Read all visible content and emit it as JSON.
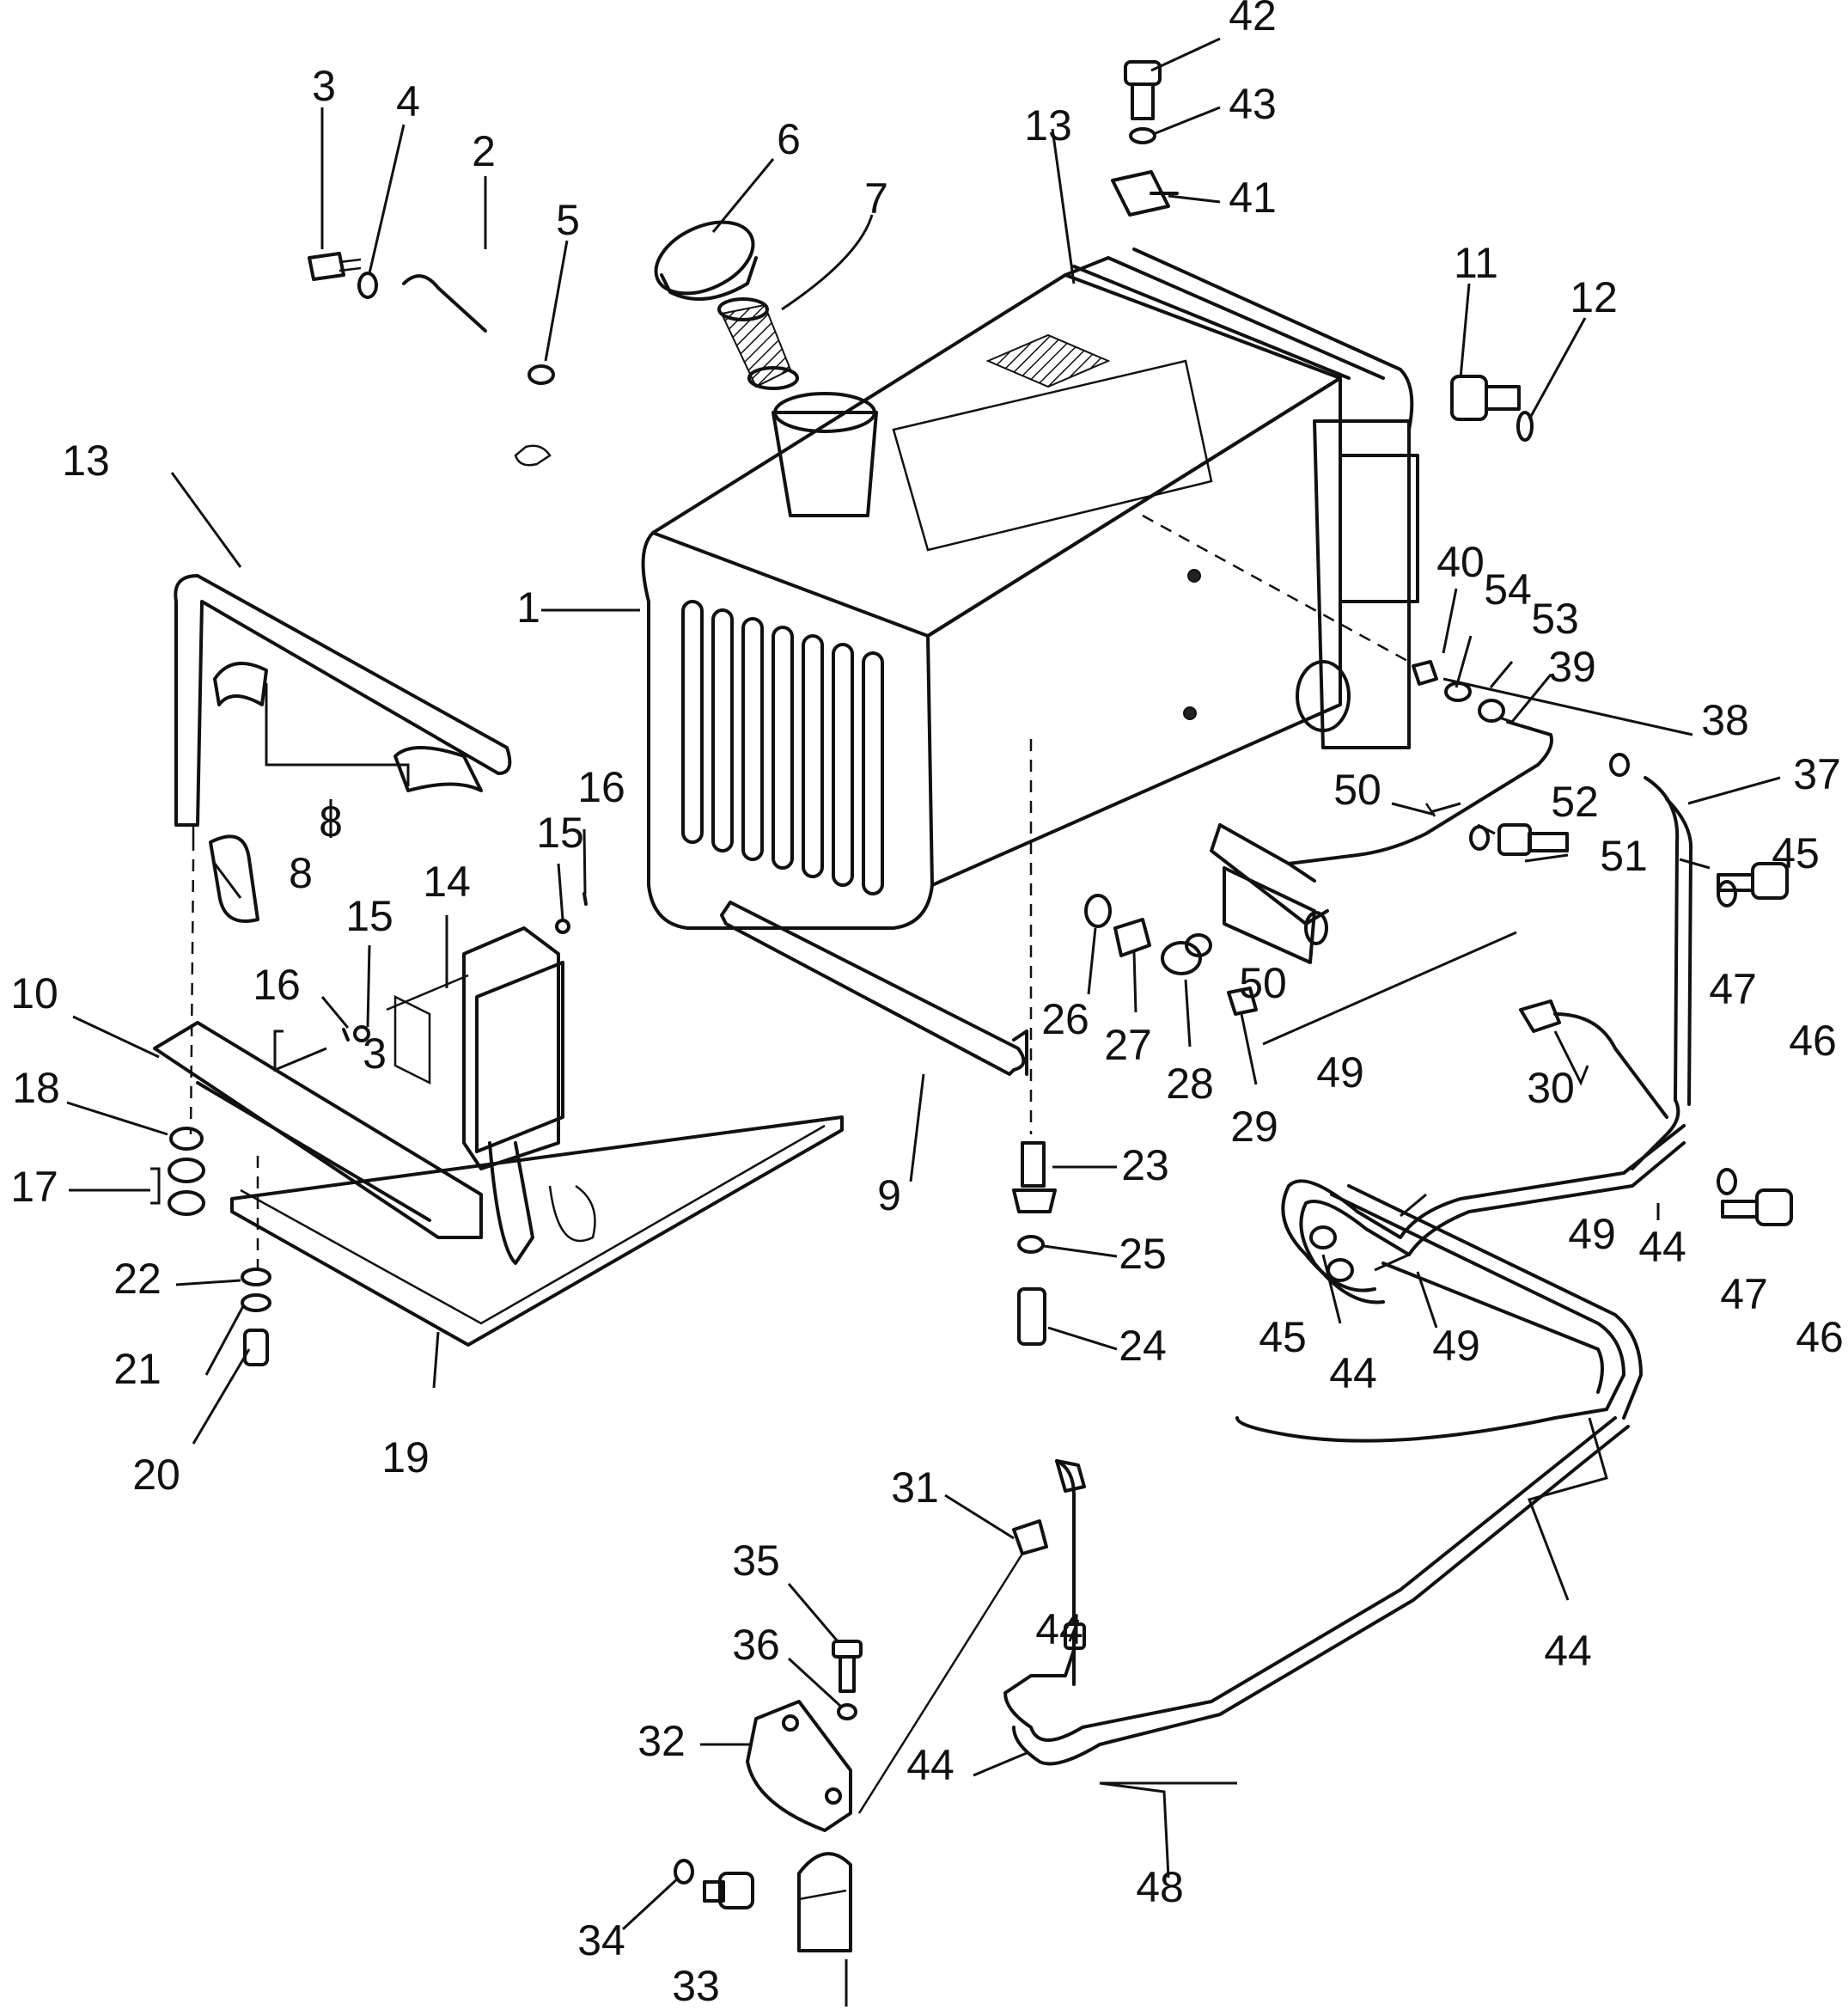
{
  "diagram": {
    "callouts": [
      {
        "id": "c1",
        "text": "1"
      },
      {
        "id": "c2",
        "text": "2"
      },
      {
        "id": "c3a",
        "text": "3"
      },
      {
        "id": "c3b",
        "text": "3"
      },
      {
        "id": "c4",
        "text": "4"
      },
      {
        "id": "c5",
        "text": "5"
      },
      {
        "id": "c6",
        "text": "6"
      },
      {
        "id": "c7",
        "text": "7"
      },
      {
        "id": "c8a",
        "text": "8"
      },
      {
        "id": "c8b",
        "text": "8"
      },
      {
        "id": "c9",
        "text": "9"
      },
      {
        "id": "c10",
        "text": "10"
      },
      {
        "id": "c11",
        "text": "11"
      },
      {
        "id": "c12",
        "text": "12"
      },
      {
        "id": "c13a",
        "text": "13"
      },
      {
        "id": "c13b",
        "text": "13"
      },
      {
        "id": "c14",
        "text": "14"
      },
      {
        "id": "c15a",
        "text": "15"
      },
      {
        "id": "c15b",
        "text": "15"
      },
      {
        "id": "c16a",
        "text": "16"
      },
      {
        "id": "c16b",
        "text": "16"
      },
      {
        "id": "c17",
        "text": "17"
      },
      {
        "id": "c18",
        "text": "18"
      },
      {
        "id": "c19",
        "text": "19"
      },
      {
        "id": "c20",
        "text": "20"
      },
      {
        "id": "c21",
        "text": "21"
      },
      {
        "id": "c22",
        "text": "22"
      },
      {
        "id": "c23",
        "text": "23"
      },
      {
        "id": "c24",
        "text": "24"
      },
      {
        "id": "c25",
        "text": "25"
      },
      {
        "id": "c26",
        "text": "26"
      },
      {
        "id": "c27",
        "text": "27"
      },
      {
        "id": "c28",
        "text": "28"
      },
      {
        "id": "c29",
        "text": "29"
      },
      {
        "id": "c30",
        "text": "30"
      },
      {
        "id": "c31",
        "text": "31"
      },
      {
        "id": "c32",
        "text": "32"
      },
      {
        "id": "c33",
        "text": "33"
      },
      {
        "id": "c34",
        "text": "34"
      },
      {
        "id": "c35",
        "text": "35"
      },
      {
        "id": "c36",
        "text": "36"
      },
      {
        "id": "c37",
        "text": "37"
      },
      {
        "id": "c38",
        "text": "38"
      },
      {
        "id": "c39",
        "text": "39"
      },
      {
        "id": "c40",
        "text": "40"
      },
      {
        "id": "c41",
        "text": "41"
      },
      {
        "id": "c42",
        "text": "42"
      },
      {
        "id": "c43",
        "text": "43"
      },
      {
        "id": "c44a",
        "text": "44"
      },
      {
        "id": "c44b",
        "text": "44"
      },
      {
        "id": "c44c",
        "text": "44"
      },
      {
        "id": "c44d",
        "text": "44"
      },
      {
        "id": "c44e",
        "text": "44"
      },
      {
        "id": "c45a",
        "text": "45"
      },
      {
        "id": "c45b",
        "text": "45"
      },
      {
        "id": "c46a",
        "text": "46"
      },
      {
        "id": "c46b",
        "text": "46"
      },
      {
        "id": "c47a",
        "text": "47"
      },
      {
        "id": "c47b",
        "text": "47"
      },
      {
        "id": "c48",
        "text": "48"
      },
      {
        "id": "c49a",
        "text": "49"
      },
      {
        "id": "c49b",
        "text": "49"
      },
      {
        "id": "c49c",
        "text": "49"
      },
      {
        "id": "c50a",
        "text": "50"
      },
      {
        "id": "c50b",
        "text": "50"
      },
      {
        "id": "c51",
        "text": "51"
      },
      {
        "id": "c52",
        "text": "52"
      },
      {
        "id": "c53",
        "text": "53"
      },
      {
        "id": "c54",
        "text": "54"
      }
    ]
  }
}
